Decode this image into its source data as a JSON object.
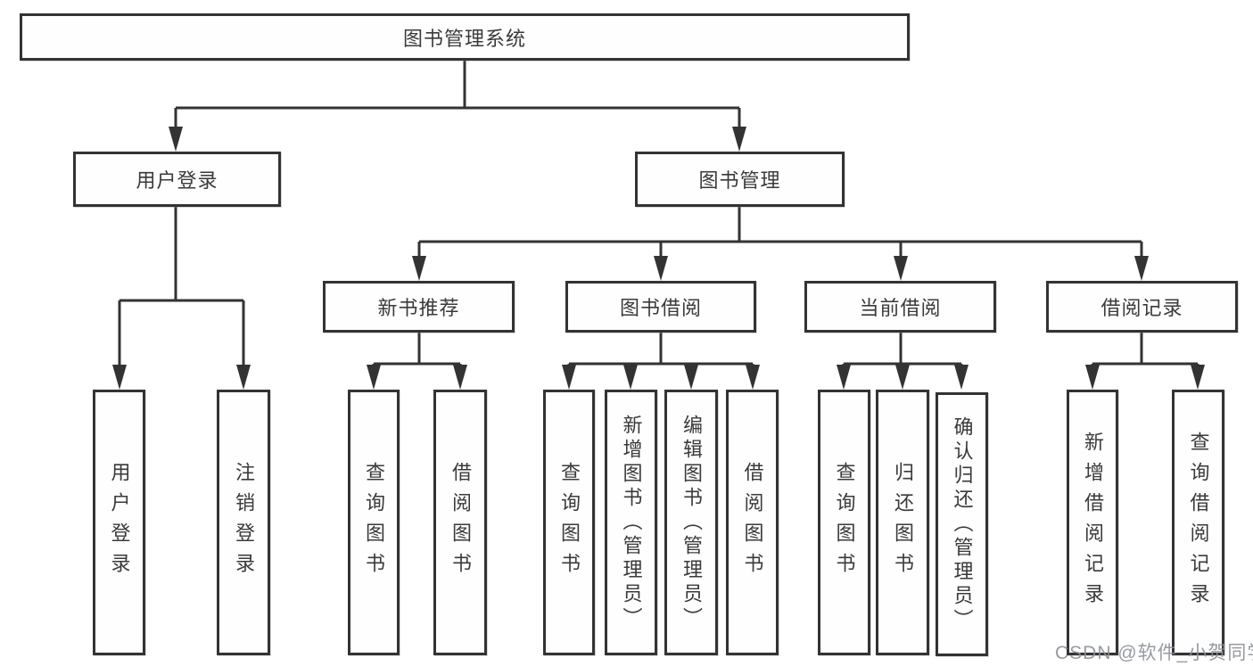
{
  "tree": {
    "label": "图书管理系统",
    "children": [
      {
        "label": "用户登录",
        "children": [
          {
            "label": "用户登录"
          },
          {
            "label": "注销登录"
          }
        ]
      },
      {
        "label": "图书管理",
        "children": [
          {
            "label": "新书推荐",
            "children": [
              {
                "label": "查询图书"
              },
              {
                "label": "借阅图书"
              }
            ]
          },
          {
            "label": "图书借阅",
            "children": [
              {
                "label": "查询图书"
              },
              {
                "label": "新增图书（管理员）"
              },
              {
                "label": "编辑图书（管理员）"
              },
              {
                "label": "借阅图书"
              }
            ]
          },
          {
            "label": "当前借阅",
            "children": [
              {
                "label": "查询图书"
              },
              {
                "label": "归还图书"
              },
              {
                "label": "确认归还（管理员）"
              }
            ]
          },
          {
            "label": "借阅记录",
            "children": [
              {
                "label": "新增借阅记录"
              },
              {
                "label": "查询借阅记录"
              }
            ]
          }
        ]
      }
    ]
  },
  "watermark": {
    "text": "CSDN @软件_小贺同学"
  },
  "colors": {
    "line": "#333333",
    "text": "#3a3a3a",
    "box_background": "#ffffff",
    "watermark": "#8c8f99"
  }
}
